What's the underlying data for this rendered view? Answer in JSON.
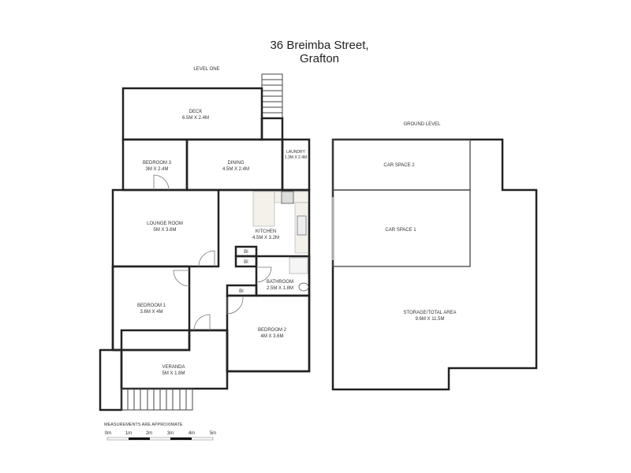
{
  "title": {
    "line1": "36 Breimba Street,",
    "line2": "Grafton"
  },
  "level_one": {
    "label": "LEVEL ONE",
    "rooms": [
      {
        "name": "DECK",
        "size": "6.5M X 2.4M"
      },
      {
        "name": "BEDROOM 3",
        "size": "3M X 2.4M"
      },
      {
        "name": "DINING",
        "size": "4.5M X 2.4M"
      },
      {
        "name": "LAUNDRY",
        "size": "1.3M X 2.4M"
      },
      {
        "name": "LOUNGE ROOM",
        "size": "5M X 3.6M"
      },
      {
        "name": "KITCHEN",
        "size": "4.5M X 3.2M"
      },
      {
        "name": "BATHROOM",
        "size": "2.5M X 1.8M"
      },
      {
        "name": "BEDROOM 1",
        "size": "3.6M X 4M"
      },
      {
        "name": "BEDROOM 2",
        "size": "4M X 3.6M"
      },
      {
        "name": "VERANDA",
        "size": "5M X 1.8M"
      }
    ],
    "built_ins": [
      "BI",
      "BI",
      "BI"
    ]
  },
  "ground_level": {
    "label": "GROUND LEVEL",
    "rooms": [
      {
        "name": "CAR SPACE 2"
      },
      {
        "name": "CAR SPACE 1"
      },
      {
        "name": "STORAGE/TOTAL AREA",
        "size": "9.6M X 11.5M"
      }
    ]
  },
  "scale": {
    "note": "MEASUREMENTS ARE APPROXIMATE",
    "ticks": [
      "0m",
      "1m",
      "2m",
      "3m",
      "4m",
      "5m"
    ]
  }
}
